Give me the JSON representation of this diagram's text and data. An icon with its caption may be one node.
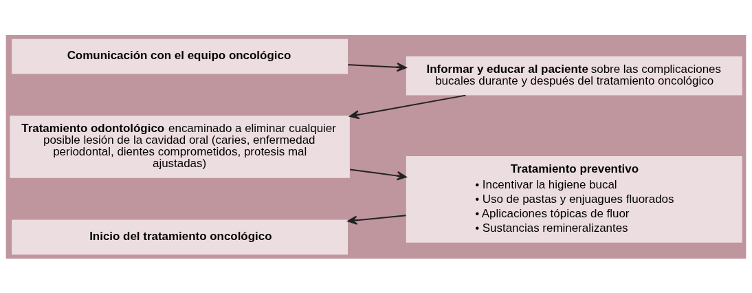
{
  "diagram": {
    "nodes": [
      {
        "text": [
          "**Comunicación con el equipo oncológico**"
        ]
      },
      {
        "text": [
          "**Informar y educar al paciente** sobre las complicaciones bucales durante y después del tratamiento oncológico"
        ]
      },
      {
        "text": [
          "**Tratamiento odontológico** encaminado a eliminar cualquier posible lesión de la cavidad oral (caries, enfermedad periodontal, dientes comprometidos, protesis mal ajustadas)"
        ]
      },
      {
        "text": [
          "**Tratamiento preventivo**",
          "• Incentivar la higiene bucal",
          "• Uso de pastas y enjuagues fluorados",
          "• Aplicaciones tópicas de fluor",
          "• Sustancias remineralizantes"
        ]
      },
      {
        "text": [
          "**Inicio del tratamiento oncológico**"
        ]
      }
    ],
    "edges": [
      {
        "from": 0,
        "to": 1,
        "arrow": "to"
      },
      {
        "from": 1,
        "to": 2,
        "arrow": "to"
      },
      {
        "from": 2,
        "to": 3,
        "arrow": "to"
      },
      {
        "from": 3,
        "to": 4,
        "arrow": "to"
      }
    ]
  }
}
